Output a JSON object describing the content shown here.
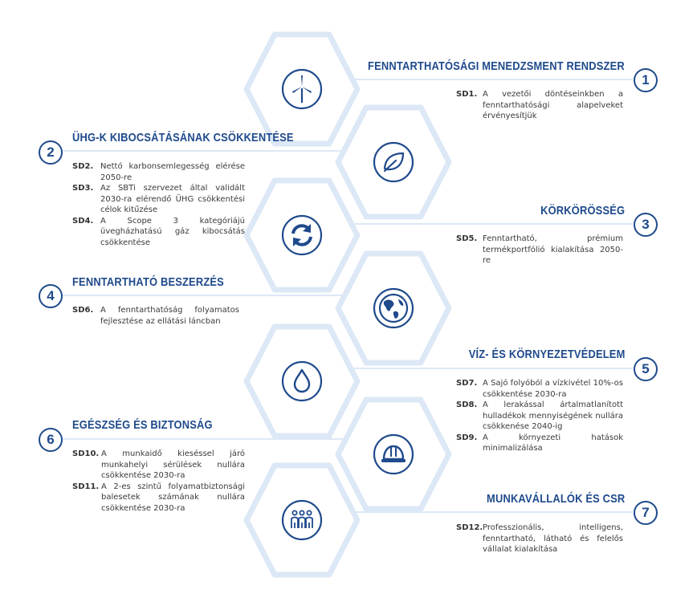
{
  "colors": {
    "primary": "#1f4a8c",
    "hexagon": "#dde8f6",
    "line": "#dde8f6"
  },
  "sections": [
    {
      "number": "1",
      "title": "FENNTARTHATÓSÁGI MENEDZSMENT RENDSZER",
      "icon": "wind-turbine-icon",
      "items": [
        {
          "code": "SD1.",
          "text": "A vezetői döntéseinkben a fenntarthatósági alapelveket érvényesítjük"
        }
      ]
    },
    {
      "number": "2",
      "title": "ÜHG-K KIBOCSÁTÁSÁNAK CSÖKKENTÉSE",
      "icon": "leaf-icon",
      "items": [
        {
          "code": "SD2.",
          "text": "Nettó karbonsemlegesség elérése 2050-re"
        },
        {
          "code": "SD3.",
          "text": "Az SBTi szervezet által validált 2030-ra elérendő ÜHG csökkentési célok kitűzése"
        },
        {
          "code": "SD4.",
          "text": "A Scope 3 kategóriájú üvegházhatású gáz kibocsátás csökkentése"
        }
      ]
    },
    {
      "number": "3",
      "title": "KÖRKÖRÖSSÉG",
      "icon": "recycle-arrows-icon",
      "items": [
        {
          "code": "SD5.",
          "text": "Fenntartható, prémium termékportfólió kialakítása 2050-re"
        }
      ]
    },
    {
      "number": "4",
      "title": "FENNTARTHATÓ BESZERZÉS",
      "icon": "globe-icon",
      "items": [
        {
          "code": "SD6.",
          "text": "A fenntarthatóság folyamatos fejlesztése az ellátási láncban"
        }
      ]
    },
    {
      "number": "5",
      "title": "VÍZ- ÉS KÖRNYEZETVÉDELEM",
      "icon": "water-drop-icon",
      "items": [
        {
          "code": "SD7.",
          "text": "A Sajó folyóból a vízkivétel 10%-os csökkentése 2030-ra"
        },
        {
          "code": "SD8.",
          "text": "A lerakással ártalmatlanított hulladékok mennyiségének nullára csökkenése 2040-ig"
        },
        {
          "code": "SD9.",
          "text": "A környezeti hatások minimalizálása"
        }
      ]
    },
    {
      "number": "6",
      "title": "EGÉSZSÉG ÉS BIZTONSÁG",
      "icon": "hard-hat-icon",
      "items": [
        {
          "code": "SD10.",
          "text": "A munkaidő kieséssel járó munkahelyi sérülések nullára csökkentése 2030-ra"
        },
        {
          "code": "SD11.",
          "text": "A 2-es szintű folyamatbiztonsági balesetek számának nullára csökkentése 2030-ra"
        }
      ]
    },
    {
      "number": "7",
      "title": "MUNKAVÁLLALÓK ÉS CSR",
      "icon": "people-icon",
      "items": [
        {
          "code": "SD12.",
          "text": "Professzionális, intelligens, fenntartható, látható és felelős vállalat kialakítása"
        }
      ]
    }
  ]
}
